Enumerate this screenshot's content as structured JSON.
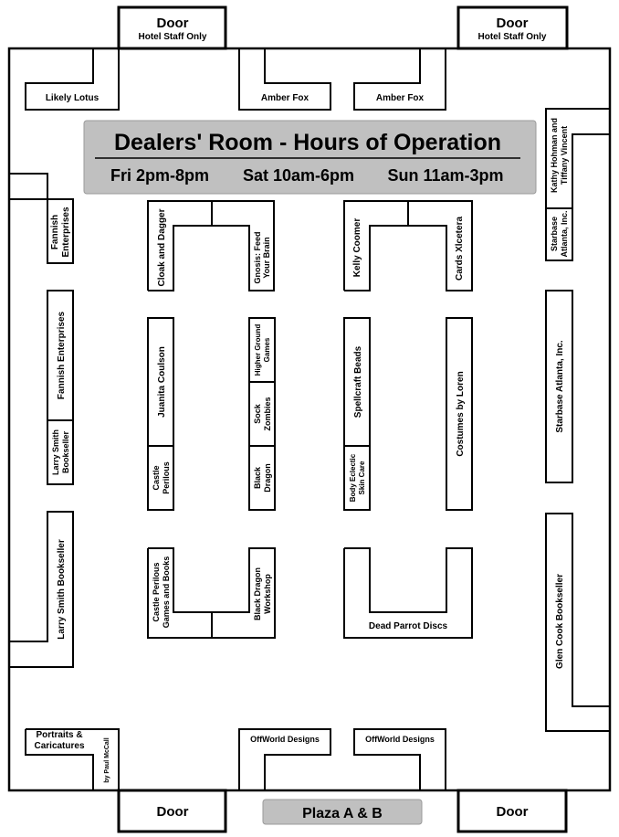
{
  "doors": {
    "top_left": {
      "title": "Door",
      "sub": "Hotel Staff Only"
    },
    "top_right": {
      "title": "Door",
      "sub": "Hotel Staff Only"
    },
    "bottom_left": "Door",
    "bottom_right": "Door"
  },
  "banner": {
    "title": "Dealers' Room - Hours of Operation",
    "fri": "Fri 2pm-8pm",
    "sat": "Sat 10am-6pm",
    "sun": "Sun 11am-3pm"
  },
  "plaza": "Plaza A & B",
  "tables": {
    "likely_lotus": "Likely Lotus",
    "amber_fox_1": "Amber Fox",
    "amber_fox_2": "Amber Fox",
    "kathy_hohman_1": "Kathy Hohman and",
    "kathy_hohman_2": "Tiffany Vincent",
    "starbase_small_1": "Starbase",
    "starbase_small_2": "Atlanta, Inc.",
    "fannish_top_1": "Fannish",
    "fannish_top_2": "Enterprises",
    "fannish_mid": "Fannish Enterprises",
    "larry_smith_small_1": "Larry Smith",
    "larry_smith_small_2": "Bookseller",
    "larry_smith_big": "Larry Smith Bookseller",
    "portraits_1": "Portraits &",
    "portraits_2": "Caricatures",
    "by_paul": "by Paul McCall",
    "cloak_dagger": "Cloak and Dagger",
    "gnosis_1": "Gnosis: Feed",
    "gnosis_2": "Your Brain",
    "kelly_coomer": "Kelly Coomer",
    "cards_xlcetera": "Cards Xlcetera",
    "juanita": "Juanita Coulson",
    "castle_small_1": "Castle",
    "castle_small_2": "Perilous",
    "higher_ground_1": "Higher Ground",
    "higher_ground_2": "Games",
    "sock_zombies_1": "Sock",
    "sock_zombies_2": "Zombies",
    "black_dragon_small_1": "Black",
    "black_dragon_small_2": "Dragon",
    "spellcraft": "Spellcraft Beads",
    "body_eclectic_1": "Body Eclectic",
    "body_eclectic_2": "Skin Care",
    "costumes": "Costumes by Loren",
    "castle_big_1": "Castle Perilous",
    "castle_big_2": "Games and Books",
    "black_dragon_ws_1": "Black Dragon",
    "black_dragon_ws_2": "Workshop",
    "dead_parrot": "Dead Parrot Discs",
    "starbase_big": "Starbase Atlanta, Inc.",
    "glen_cook": "Glen Cook Bookseller",
    "offworld_1": "OffWorld Designs",
    "offworld_2": "OffWorld Designs"
  },
  "colors": {
    "banner": "#c0c0c0",
    "plaza": "#c0c0c0",
    "line": "#000000"
  }
}
